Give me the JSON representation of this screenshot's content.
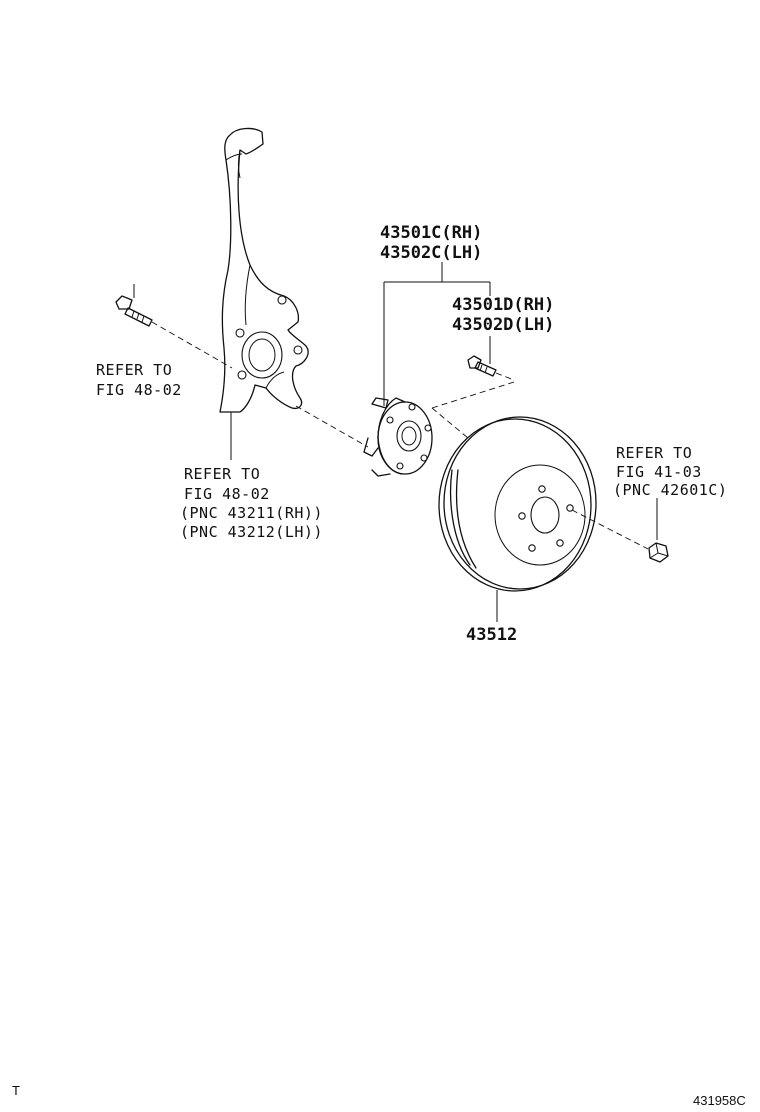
{
  "labels": {
    "hub_rh": "43501C(RH)",
    "hub_lh": "43502C(LH)",
    "bolt_rh": "43501D(RH)",
    "bolt_lh": "43502D(LH)",
    "refer_bolt_1": "REFER TO",
    "refer_bolt_2": "FIG 48-02",
    "refer_knuckle_1": "REFER TO",
    "refer_knuckle_2": "FIG 48-02",
    "refer_knuckle_3": "(PNC 43211(RH))",
    "refer_knuckle_4": "(PNC 43212(LH))",
    "refer_nut_1": "REFER TO",
    "refer_nut_2": "FIG 41-03",
    "refer_nut_3": "(PNC 42601C)",
    "disc": "43512"
  },
  "footer": {
    "left_mark": "T",
    "figure_code": "431958C"
  }
}
